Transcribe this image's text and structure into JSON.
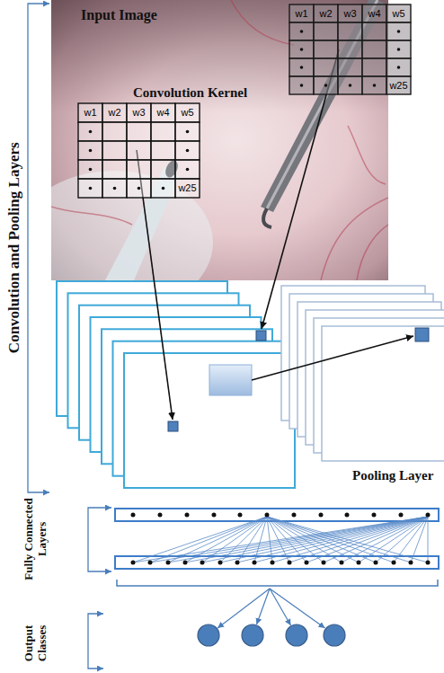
{
  "diagram": {
    "nodes": [
      {
        "text": [
          "Input Image"
        ]
      },
      {
        "text": [
          "w1",
          "w2",
          "w3",
          "w4",
          "w5",
          "w25"
        ],
        "in": 0
      },
      {
        "text": [
          "w1",
          "w2",
          "w3",
          "w4",
          "w5",
          "w25"
        ],
        "in": 0
      }
    ],
    "labels": [
      "Convolution Kernel",
      "Convolution and Pooling Layers",
      "Pooling Layer",
      "Fully Connected Layers",
      "Output Classes"
    ]
  }
}
